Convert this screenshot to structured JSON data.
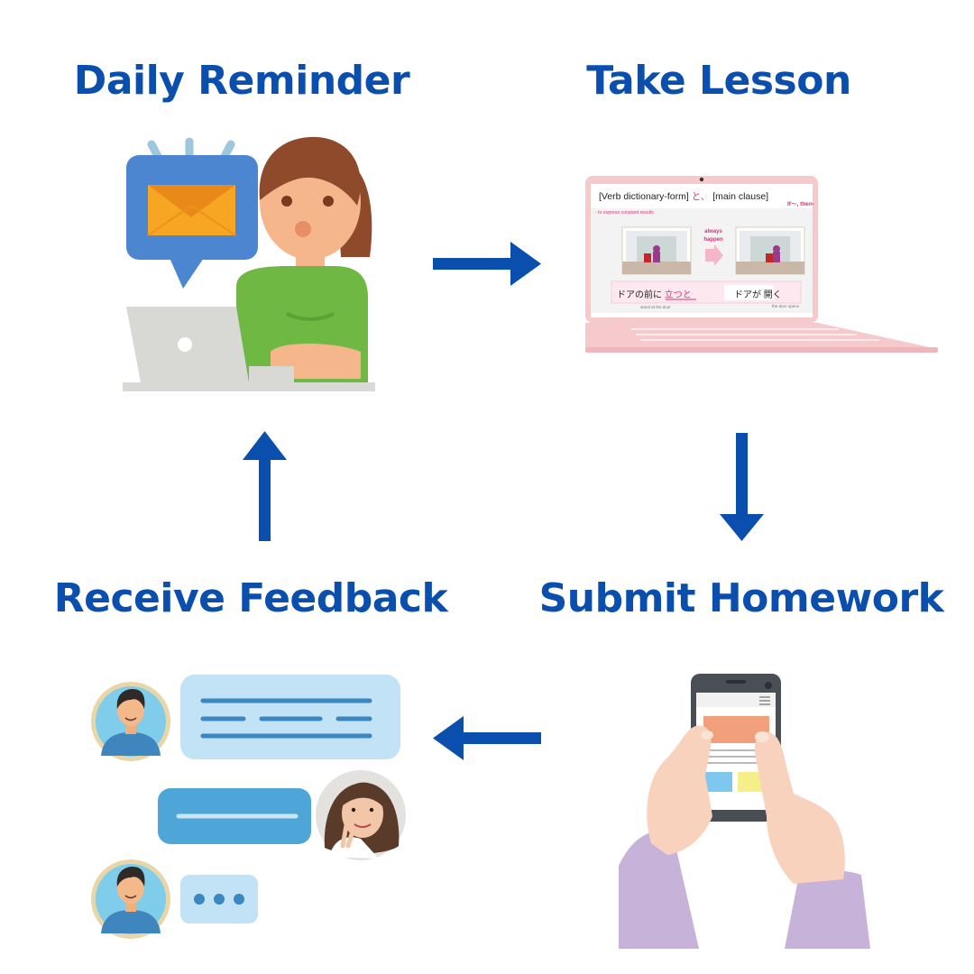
{
  "steps": {
    "daily_reminder": "Daily Reminder",
    "take_lesson": "Take Lesson",
    "submit_homework": "Submit Homework",
    "receive_feedback": "Receive Feedback"
  },
  "lesson_slide": {
    "pattern_part1": "[Verb dictionary-form]",
    "pattern_particle": "と、",
    "pattern_part2": "[main clause]",
    "pattern_meaning": "If～, then-",
    "note": "- to express constant results",
    "arrow_label_line1": "always",
    "arrow_label_line2": "happen",
    "sentence_left_prefix": "ドアの前に",
    "sentence_left_highlight": "立つと",
    "sentence_right": "ドアが 開く",
    "caption_left": "stand at the door",
    "caption_right": "the door opens"
  },
  "colors": {
    "title_blue": "#0b4fae",
    "arrow_blue": "#0b4fae",
    "slide_accent": "#d6337a",
    "laptop_pink": "#f6c9cc"
  }
}
